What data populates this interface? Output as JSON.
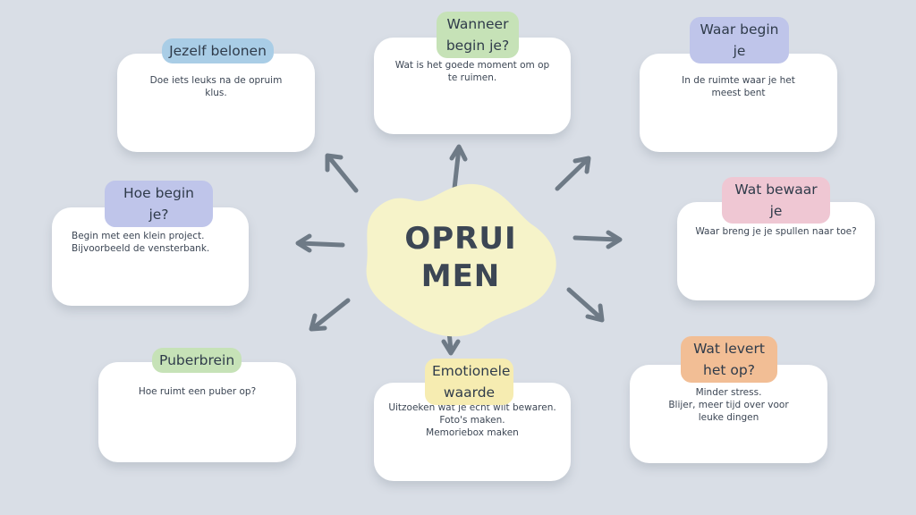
{
  "center": {
    "title_line1": "OPRUI",
    "title_line2": "MEN"
  },
  "colors": {
    "background": "#d9dee6",
    "blob": "#f6f3c9",
    "arrow": "#6e7a86",
    "tag_blue": "#a9cde6",
    "tag_green": "#c6e2b7",
    "tag_purple": "#bfc5ea",
    "tag_pink": "#efc7d3",
    "tag_orange": "#f2be95",
    "tag_yellow": "#f6ecb1"
  },
  "nodes": [
    {
      "title": "Jezelf belonen",
      "text": "Doe iets leuks na de opruim\nklus.",
      "color": "tag_blue"
    },
    {
      "title": "Wanneer\nbegin je?",
      "text": "Wat is het goede moment om op\nte ruimen.",
      "color": "tag_green"
    },
    {
      "title": "Waar begin\nje",
      "text": "In de ruimte waar je het\nmeest bent",
      "color": "tag_purple"
    },
    {
      "title": "Hoe begin je?",
      "text": "Begin met een klein project.\nBijvoorbeeld de vensterbank.",
      "color": "tag_purple"
    },
    {
      "title": "Wat bewaar\nje",
      "text": "Waar breng je je spullen naar toe?",
      "color": "tag_pink"
    },
    {
      "title": "Puberbrein",
      "text": "Hoe ruimt een puber op?",
      "color": "tag_green"
    },
    {
      "title": "Emotionele\nwaarde",
      "text": "Uitzoeken wat je echt wilt bewaren.\nFoto's maken.\nMemoriebox maken",
      "color": "tag_yellow"
    },
    {
      "title": "Wat levert\nhet op?",
      "text": "Minder stress.\nBlijer, meer tijd over voor\nleuke dingen",
      "color": "tag_orange"
    }
  ]
}
